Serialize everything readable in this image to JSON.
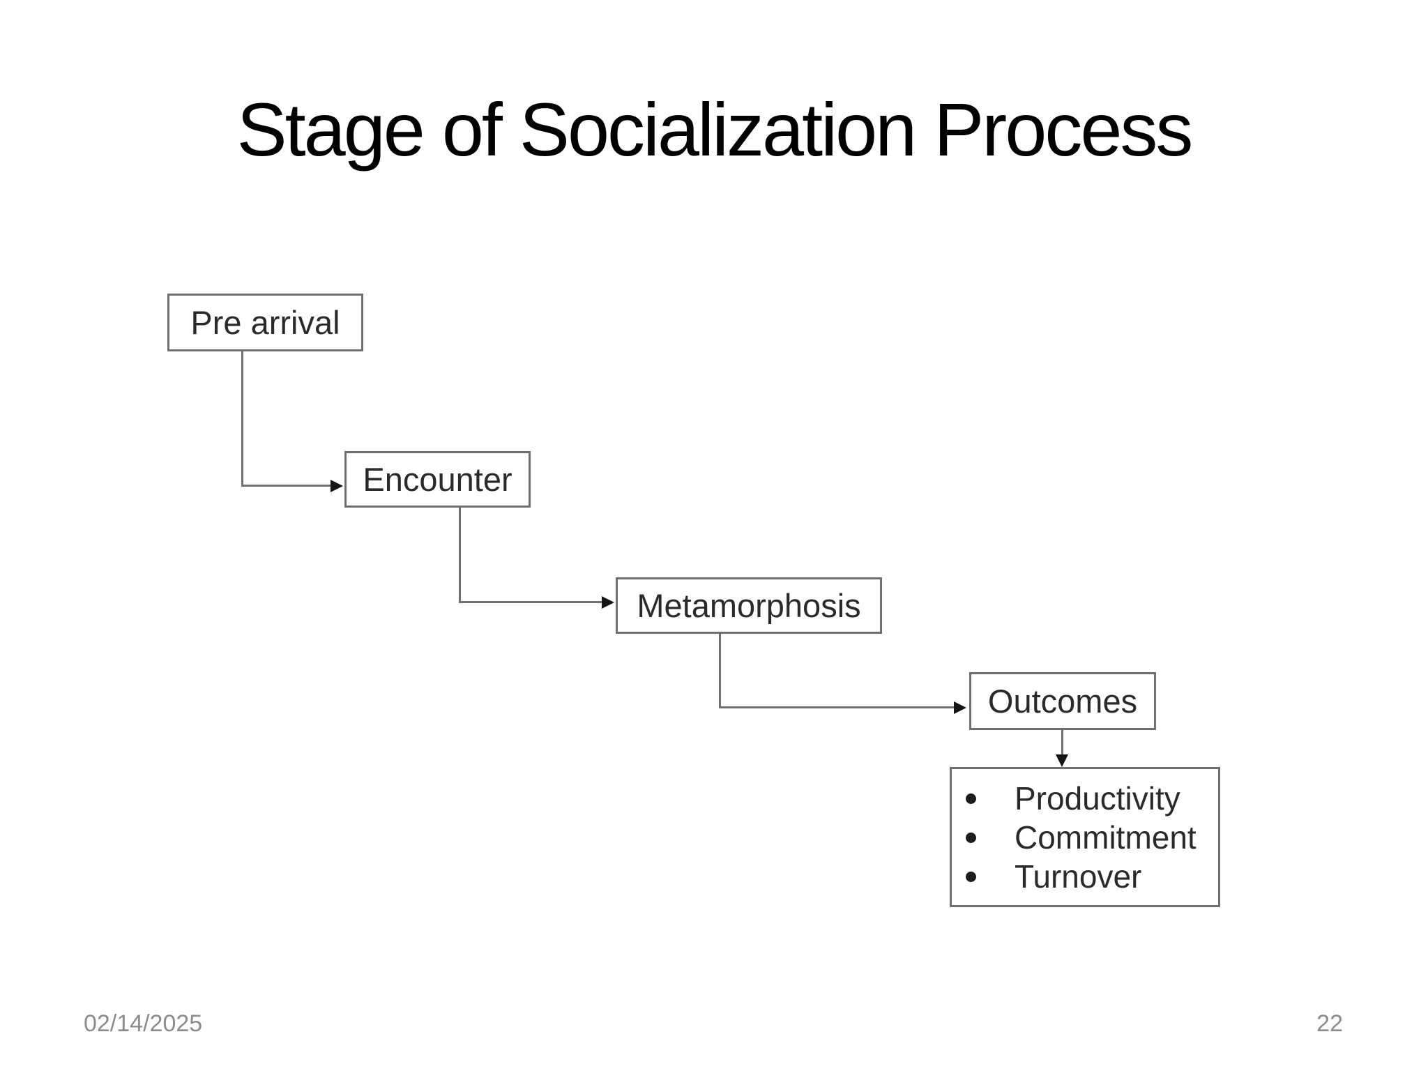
{
  "slide": {
    "title": "Stage of Socialization Process",
    "diagram": {
      "stages": [
        {
          "label": "Pre arrival"
        },
        {
          "label": "Encounter"
        },
        {
          "label": "Metamorphosis"
        },
        {
          "label": "Outcomes"
        }
      ],
      "outcome_items": [
        {
          "label": "Productivity"
        },
        {
          "label": "Commitment"
        },
        {
          "label": "Turnover"
        }
      ]
    },
    "footer": {
      "date": "02/14/2025",
      "page_number": "22"
    },
    "colors": {
      "background": "#ffffff",
      "title_text": "#000000",
      "box_border": "#6f6f6f",
      "box_text": "#2a2a2a",
      "connector_line": "#6f6f6f",
      "arrowhead": "#151515",
      "footer_text": "#8c8c8c"
    }
  }
}
